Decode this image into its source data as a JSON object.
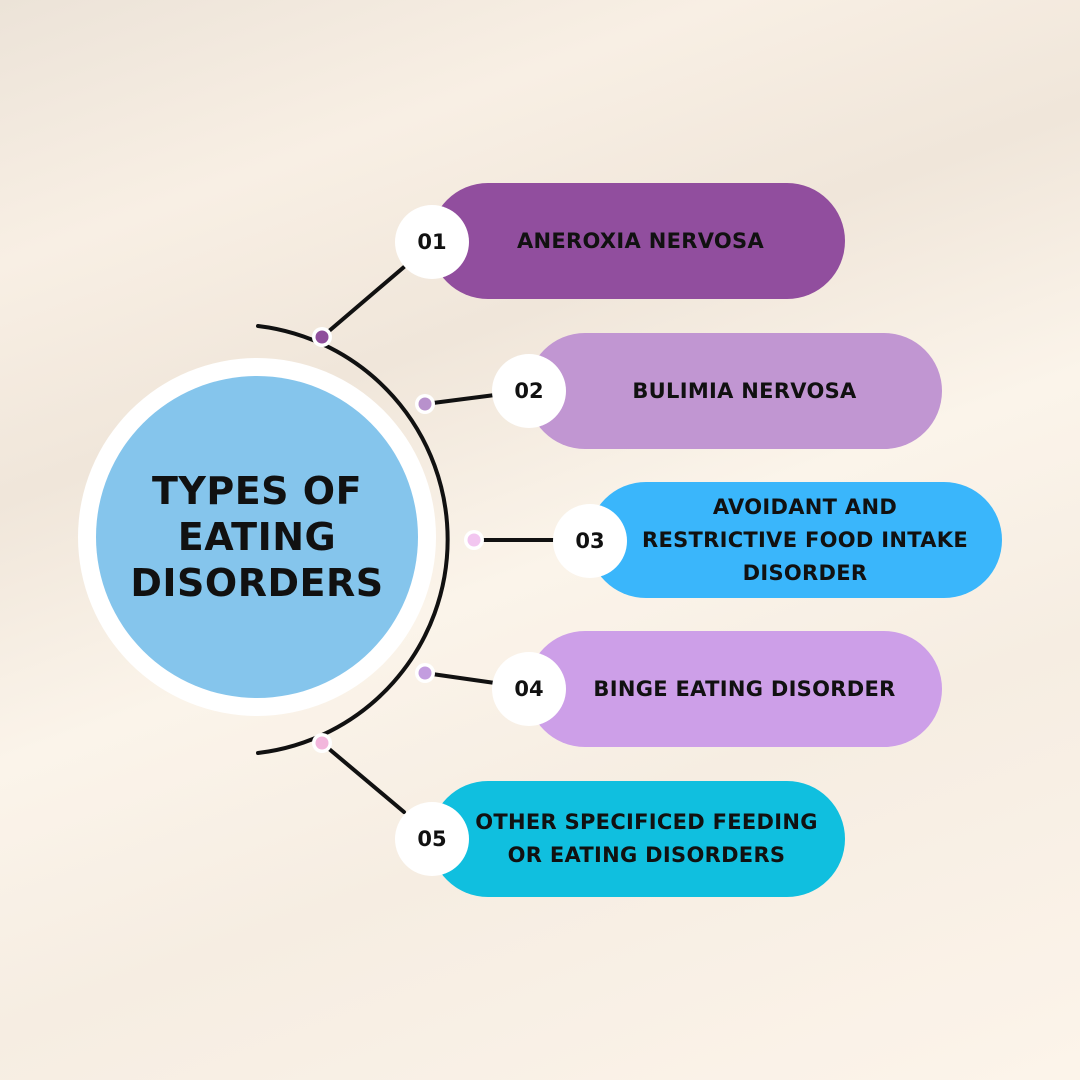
{
  "title": "TYPES OF EATING DISORDERS",
  "items": [
    {
      "number": "01",
      "label": "ANEROXIA NERVOSA",
      "color": "#914e9e",
      "dot_color": "#8e4e9b"
    },
    {
      "number": "02",
      "label": "BULIMIA NERVOSA",
      "color": "#c196d2",
      "dot_color": "#b891cc"
    },
    {
      "number": "03",
      "label": "AVOIDANT AND RESTRICTIVE FOOD INTAKE DISORDER",
      "color": "#3ab6fb",
      "dot_color": "#f2c6f0"
    },
    {
      "number": "04",
      "label": "BINGE EATING DISORDER",
      "color": "#cd9fe8",
      "dot_color": "#c39ddf"
    },
    {
      "number": "05",
      "label": "OTHER SPECIFICED FEEDING OR EATING DISORDERS",
      "color": "#10bfdf",
      "dot_color": "#f2b6dc"
    }
  ],
  "colors": {
    "center_circle": "#85c5ec",
    "center_ring": "#ffffff",
    "connector_line": "#111111",
    "text": "#111111"
  }
}
